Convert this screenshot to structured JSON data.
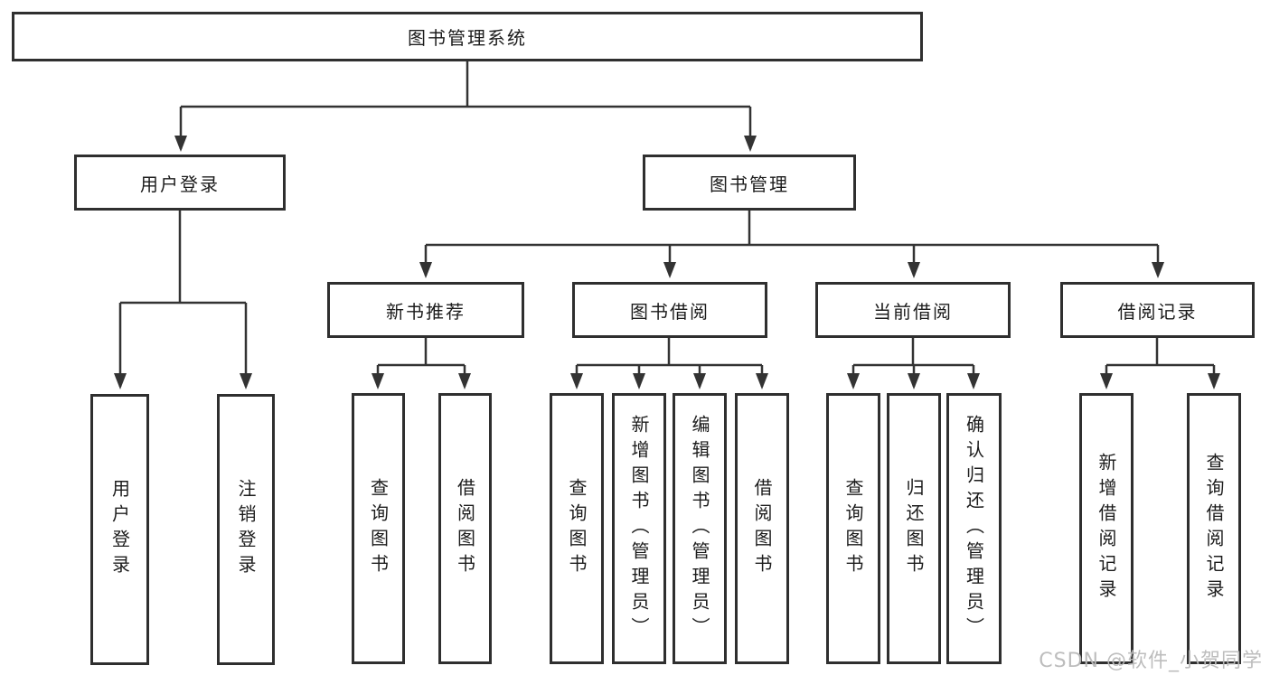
{
  "diagram": {
    "root": {
      "label": "图书管理系统"
    },
    "branches": [
      {
        "label": "用户登录",
        "children": [
          {
            "label": "用户登录"
          },
          {
            "label": "注销登录"
          }
        ]
      },
      {
        "label": "图书管理",
        "groups": [
          {
            "label": "新书推荐",
            "children": [
              {
                "label": "查询图书"
              },
              {
                "label": "借阅图书"
              }
            ]
          },
          {
            "label": "图书借阅",
            "children": [
              {
                "label": "查询图书"
              },
              {
                "label": "新增图书（管理员）"
              },
              {
                "label": "编辑图书（管理员）"
              },
              {
                "label": "借阅图书"
              }
            ]
          },
          {
            "label": "当前借阅",
            "children": [
              {
                "label": "查询图书"
              },
              {
                "label": "归还图书"
              },
              {
                "label": "确认归还（管理员）"
              }
            ]
          },
          {
            "label": "借阅记录",
            "children": [
              {
                "label": "新增借阅记录"
              },
              {
                "label": "查询借阅记录"
              }
            ]
          }
        ]
      }
    ]
  },
  "watermark": {
    "text": "CSDN @软件_小贺同学"
  },
  "colors": {
    "line": "#333333",
    "box_border": "#2f2f2f",
    "text": "#1c1c1c",
    "watermark": "#b9b9b9",
    "background": "#ffffff"
  }
}
